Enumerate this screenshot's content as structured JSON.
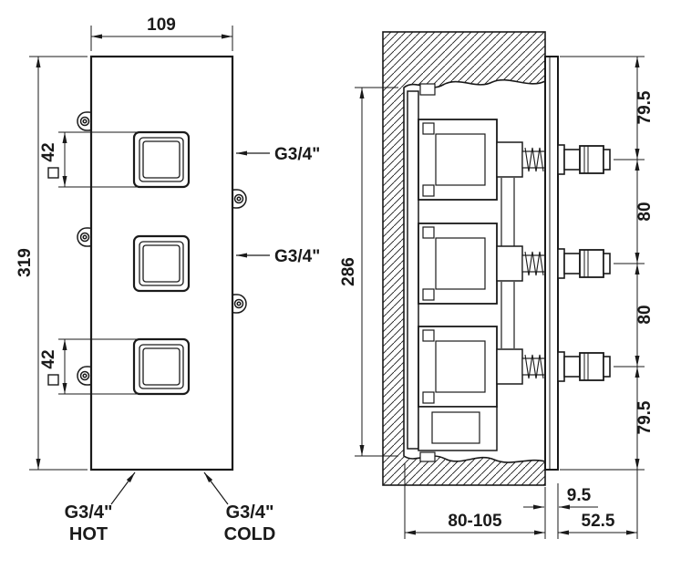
{
  "front_view": {
    "width": "109",
    "height": "319",
    "square_top": "42",
    "square_bottom": "42",
    "outlet_upper": "G3/4\"",
    "outlet_lower": "G3/4\"",
    "hot_label": "G3/4\"",
    "hot_sub": "HOT",
    "cold_label": "G3/4\"",
    "cold_sub": "COLD"
  },
  "section_view": {
    "body_height": "286",
    "spacing_top": "79.5",
    "spacing_mid1": "80",
    "spacing_mid2": "80",
    "spacing_bottom": "79.5",
    "plate_thickness": "9.5",
    "installation_depth": "80-105",
    "protrusion": "52.5"
  },
  "colors": {
    "line": "#1a1a1a",
    "background": "#ffffff"
  }
}
